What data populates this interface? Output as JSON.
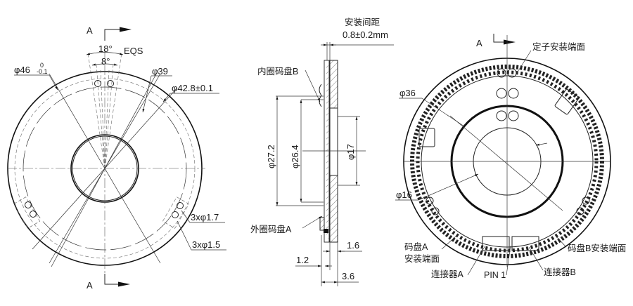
{
  "diagram": {
    "type": "engineering-drawing",
    "views": [
      "front-view-left",
      "section-view-middle",
      "pcb-view-right"
    ]
  },
  "left_view": {
    "section_mark_top": "A",
    "section_mark_bottom": "A",
    "angle_outer": "18°",
    "angle_suffix": "EQS",
    "angle_inner": "8°",
    "dia_outer": "φ46",
    "dia_outer_tol_upper": "0",
    "dia_outer_tol_lower": "-0.1",
    "dia_39": "φ39",
    "dia_42_8": "φ42.8±0.1",
    "holes_a": "3xφ1.7",
    "holes_b": "3xφ1.5"
  },
  "section_view": {
    "gap_label_cn": "安装间距",
    "gap_value": "0.8±0.2mm",
    "inner_disc": "内圈码盘B",
    "outer_disc": "外圈码盘A",
    "dia_27_2": "φ27.2",
    "dia_26_4": "φ26.4",
    "dia_17": "φ17",
    "dim_1_6": "1.6",
    "dim_1_2": "1.2",
    "dim_3_6": "3.6"
  },
  "right_view": {
    "section_mark": "A",
    "stator_face": "定子安装端面",
    "dia_36": "φ36",
    "dia_16": "φ16",
    "disc_a_face_line1": "码盘A",
    "disc_a_face_line2": "安装端面",
    "disc_b_face": "码盘B安装端面",
    "connector_a": "连接器A",
    "pin1": "PIN 1",
    "connector_b": "连接器B"
  }
}
